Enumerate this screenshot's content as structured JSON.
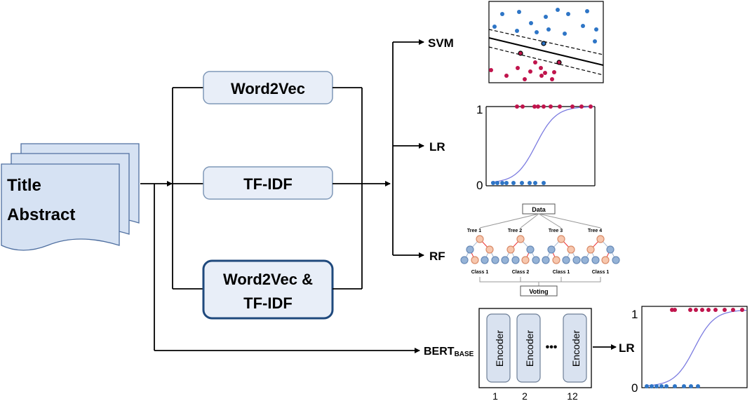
{
  "input_doc": {
    "line1": "Title",
    "line2": "Abstract"
  },
  "features": {
    "word2vec": "Word2Vec",
    "tfidf": "TF-IDF",
    "combo_line1": "Word2Vec &",
    "combo_line2": "TF-IDF"
  },
  "classifiers": {
    "svm": "SVM",
    "lr": "LR",
    "rf": "RF"
  },
  "bert": {
    "label_main": "BERT",
    "label_sub": "BASE",
    "encoder_label": "Encoder",
    "index_1": "1",
    "index_2": "2",
    "index_12": "12",
    "dots": "•••",
    "output": "LR"
  },
  "lr_plot": {
    "y_top": "1",
    "y_bottom": "0",
    "curve_color": "#7b7be0"
  },
  "rf_diagram": {
    "data_label": "Data",
    "voting_label": "Voting",
    "trees": [
      "Tree 1",
      "Tree 2",
      "Tree 3",
      "Tree 4"
    ],
    "classes": [
      "Class 1",
      "Class 2",
      "Class 1",
      "Class 1"
    ]
  },
  "colors": {
    "blue_point": "#2e75c6",
    "red_point": "#c0144c",
    "accent": "#1f497d"
  }
}
